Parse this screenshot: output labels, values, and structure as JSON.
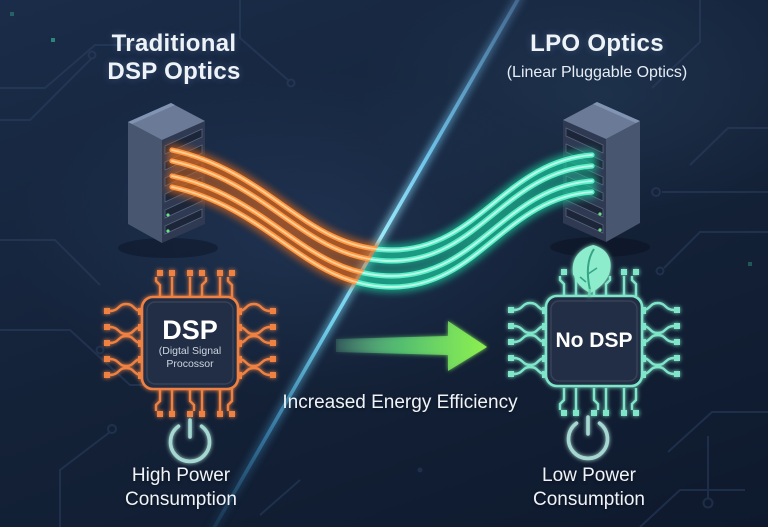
{
  "header": {
    "left_title_line1": "Traditional",
    "left_title_line2": "DSP Optics",
    "right_title": "LPO Optics",
    "right_subtitle": "(Linear Pluggable Optics)"
  },
  "left": {
    "chip_label": "DSP",
    "chip_sub_line1": "(Digtal Signal",
    "chip_sub_line2": "Procossor",
    "caption_line1": "High Power",
    "caption_line2": "Consumption"
  },
  "right": {
    "chip_label": "No DSP",
    "caption_line1": "Low Power",
    "caption_line2": "Consumption"
  },
  "center": {
    "arrow_label": "Increased Energy Efficiency"
  },
  "icons": {
    "left_server": "server-tower-icon",
    "right_server": "server-tower-icon",
    "left_chip": "dsp-chip-icon",
    "right_chip": "no-dsp-chip-icon",
    "leaf": "leaf-icon",
    "left_power": "power-icon",
    "right_power": "power-icon",
    "arrow": "arrow-right-icon",
    "divider": "diagonal-divider-beam"
  },
  "colors": {
    "background": "#142238",
    "cable_orange": "#ff9840",
    "cable_teal": "#5ceec8",
    "divider_cyan": "#8ee7f8",
    "arrow_green": "#8df04f",
    "chip_orange": "#ef8142",
    "chip_teal": "#7fe6ca",
    "power_icon": "#a6d8d2"
  }
}
